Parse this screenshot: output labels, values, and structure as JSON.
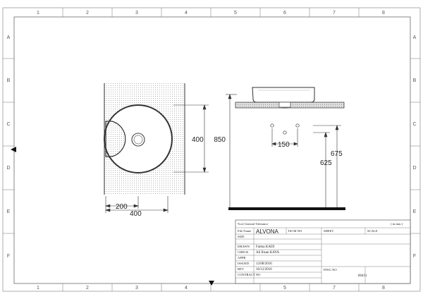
{
  "grid": {
    "columns": [
      "1",
      "2",
      "3",
      "4",
      "5",
      "6",
      "7",
      "8"
    ],
    "rows": [
      "A",
      "B",
      "C",
      "D",
      "E",
      "F"
    ]
  },
  "plan_view": {
    "dim_height": "400",
    "dim_offset": "200",
    "dim_width": "400"
  },
  "section_view": {
    "dim_floor_height": "850",
    "dim_spacing": "150",
    "dim_upper": "675",
    "dim_lower": "625"
  },
  "title_block": {
    "tolerance": "%±2 General Tolerance",
    "units": "( in mm )",
    "file_name_label": "File Name",
    "file_name": "ALVONA",
    "tscm_label": "TSCM NO",
    "sheet_label": "SHEET",
    "scale_label": "SCALE",
    "size_label": "SIZE",
    "drawn_label": "DRAWN",
    "drawn_by": "Fatma KADI",
    "check_label": "CHECK",
    "checked_by": "Ali Ihsan KAYA",
    "appr_label": "APPR",
    "issued_label": "ISSUED",
    "issued_date": "12/08/2016",
    "rev_label": "REV",
    "rev_date": "16/12/2016",
    "contract_label": "CONTRACT NO",
    "dwg_label": "DWG NO",
    "dwg_no": "86411"
  }
}
